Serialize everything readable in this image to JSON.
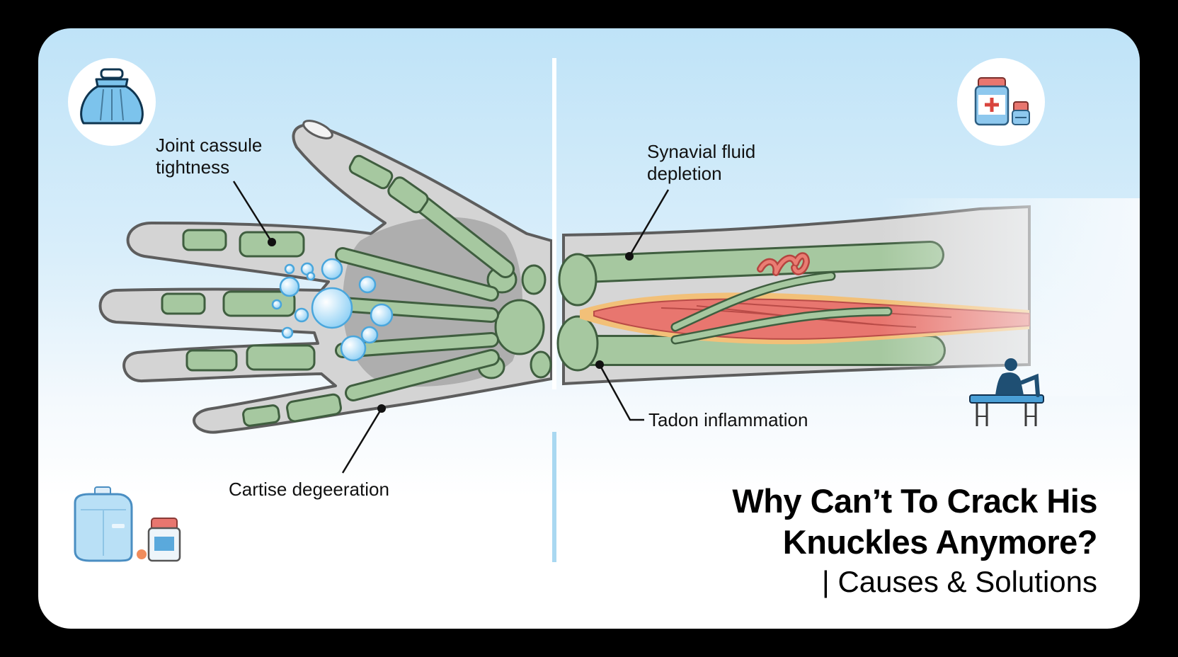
{
  "labels": {
    "joint_line1": "Joint cassule",
    "joint_line2": "tightness",
    "cartilage": "Cartise degeeration",
    "synovial_line1": "Synavial fluid",
    "synovial_line2": "depletion",
    "tendon": "Tadon inflammation"
  },
  "title": {
    "line1": "Why Can’t To Crack His",
    "line2": "Knuckles Anymore?",
    "subtitle": "| Causes & Solutions"
  },
  "icons": [
    "ice-pack-icon",
    "medicine-bottle-icon",
    "physical-therapy-icon",
    "water-jug-icon",
    "pill-bottle-icon"
  ],
  "colors": {
    "bone": "#a6c8a0",
    "bone_outline": "#3f5e3f",
    "skin": "#d3d3d3",
    "inflammation": "#e8766f",
    "bubble": "#bfe6fb"
  }
}
